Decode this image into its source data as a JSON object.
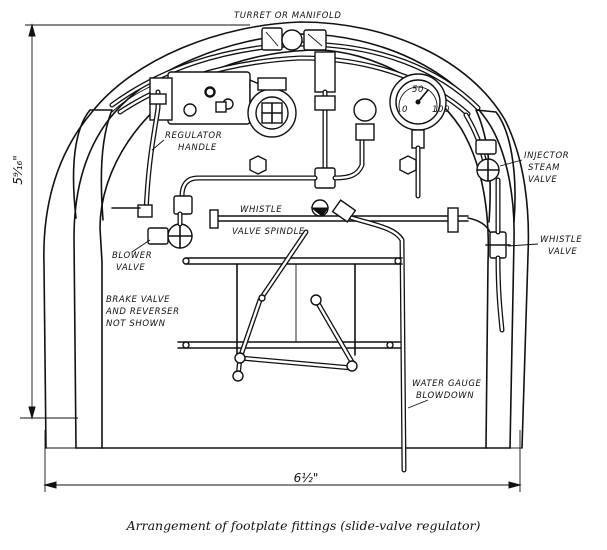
{
  "labels": {
    "turret": "TURRET OR MANIFOLD",
    "regulator_1": "REGULATOR",
    "regulator_2": "HANDLE",
    "injector_1": "INJECTOR",
    "injector_2": "STEAM",
    "injector_3": "VALVE",
    "whistle": "WHISTLE",
    "whistle_spindle": "VALVE SPINDLE",
    "whistle_valve_1": "WHISTLE",
    "whistle_valve_2": "VALVE",
    "blower_1": "BLOWER",
    "blower_2": "VALVE",
    "brake_1": "BRAKE VALVE",
    "brake_2": "AND REVERSER",
    "brake_3": "NOT SHOWN",
    "gauge_blowdown_1": "WATER GAUGE",
    "gauge_blowdown_2": "BLOWDOWN"
  },
  "dimensions": {
    "height": "5⁹⁄₁₆\"",
    "width": "6½\""
  },
  "gauge": {
    "scale_start": "0",
    "scale_mid": "50",
    "scale_end": "100"
  },
  "caption": "Arrangement of footplate fittings (slide-valve regulator)"
}
